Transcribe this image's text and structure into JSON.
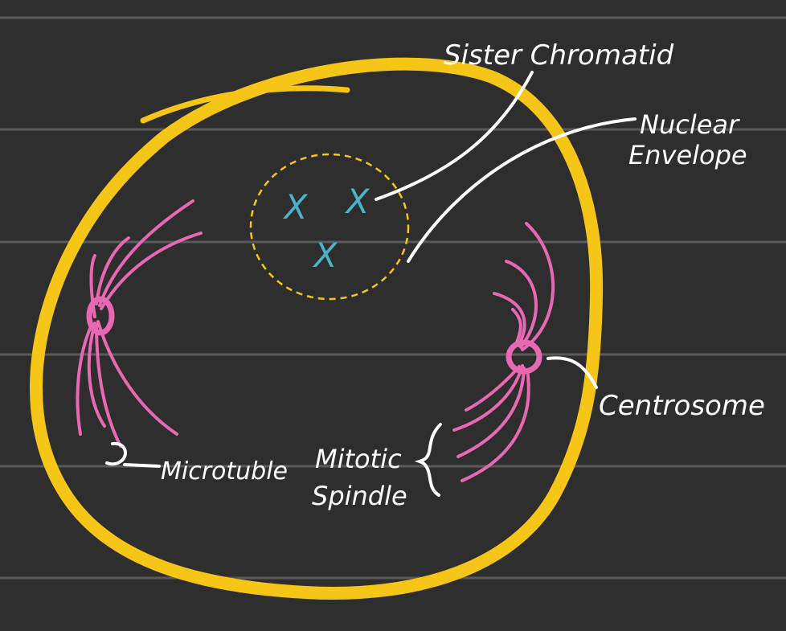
{
  "colors": {
    "background": "#2e2e2e",
    "ruled_line": "#5a5a5a",
    "cell_membrane": "#f5c518",
    "nuclear_envelope": "#f5c518",
    "chromatid": "#4ab3c9",
    "spindle": "#e768b3",
    "label": "#ffffff"
  },
  "labels": {
    "sister_chromatid": "Sister Chromatid",
    "nuclear_envelope_line1": "Nuclear",
    "nuclear_envelope_line2": "Envelope",
    "centrosome": "Centrosome",
    "microtuble": "Microtuble",
    "mitotic_line1": "Mitotic",
    "mitotic_line2": "Spindle"
  },
  "chromatids": [
    {
      "glyph": "X"
    },
    {
      "glyph": "X"
    },
    {
      "glyph": "X"
    }
  ]
}
